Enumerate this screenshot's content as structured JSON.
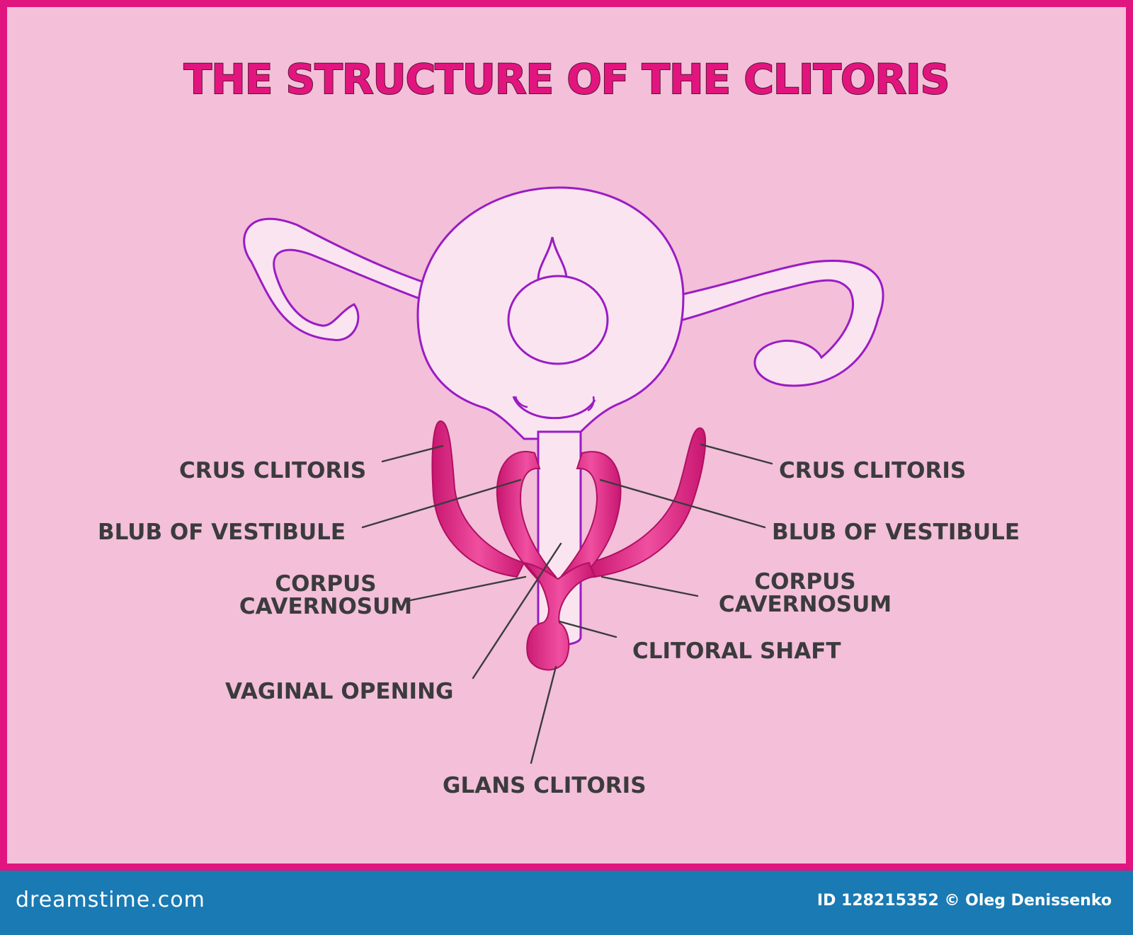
{
  "title": "THE STRUCTURE OF THE CLITORIS",
  "labels": {
    "crus_left": "CRUS CLITORIS",
    "crus_right": "CRUS CLITORIS",
    "bulb_left": "BLUB OF VESTIBULE",
    "bulb_right": "BLUB OF VESTIBULE",
    "corpus_left_1": "CORPUS",
    "corpus_left_2": "CAVERNOSUM",
    "corpus_right_1": "CORPUS",
    "corpus_right_2": "CAVERNOSUM",
    "clitoral_shaft": "CLITORAL SHAFT",
    "vaginal_opening": "VAGINAL OPENING",
    "glans_clitoris": "GLANS CLITORIS"
  },
  "footer": {
    "site": "dreamstime.com",
    "credit": "ID 128215352 © Oleg Denissenko"
  },
  "colors": {
    "border": "#e0157f",
    "background": "#f3bfd9",
    "organ_fill": "#fae4f0",
    "organ_outline": "#9a1cc4",
    "clitoris_fill": "#e6308d",
    "label_text": "#3b3b3d",
    "footer_bg": "#1a7ab3"
  }
}
